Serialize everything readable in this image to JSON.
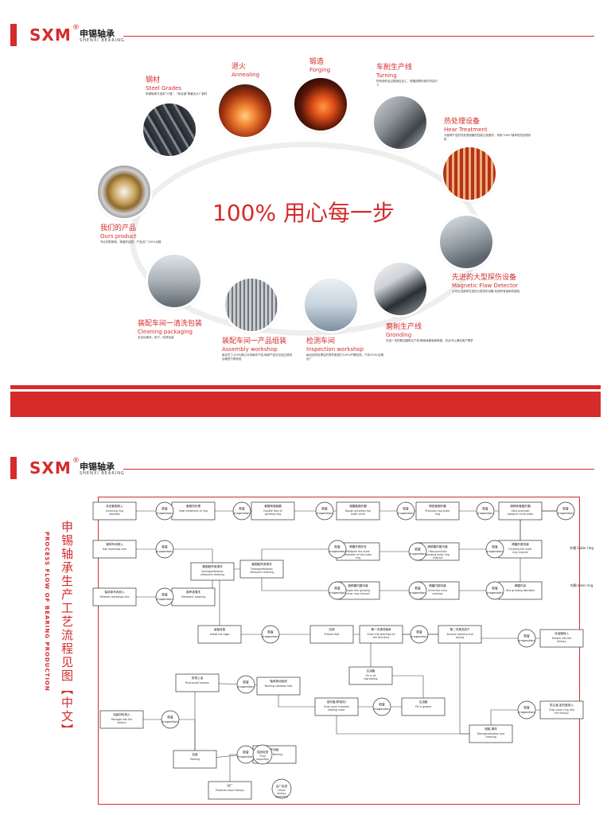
{
  "brand": {
    "logo": "SXM",
    "reg_mark": "®",
    "name_cn": "申锡轴承",
    "name_en": "SHENXI BEARING"
  },
  "top": {
    "slogan": "100% 用心每一步",
    "stages": [
      {
        "id": "steel",
        "cn": "钢材",
        "en": "Steel Grades",
        "desc": "申锡轴承只选用“兴澄”、“新冶钢”等著名大厂钢材"
      },
      {
        "id": "annealing",
        "cn": "退火",
        "en": "Annealing",
        "desc": ""
      },
      {
        "id": "forging",
        "cn": "锻造",
        "en": "Forging",
        "desc": ""
      },
      {
        "id": "turning",
        "cn": "车削生产线",
        "en": "Turning",
        "desc": "所有钢件经过锻造后加工，规格按照标准件完成尺寸"
      },
      {
        "id": "heat",
        "cn": "热处理设备",
        "en": "Hear Treatment",
        "desc": "为使得产品的热处理设备的性能达到更好，采用“SXM”轴承的热处理系统"
      },
      {
        "id": "magnetic",
        "cn": "先进的大型探伤设备",
        "en": "Magnetic Flaw Detector",
        "desc": "公司引进各种先进的大型探伤设备,检测所有轴承的缺陷"
      },
      {
        "id": "grinding",
        "cn": "磨削生产线",
        "en": "Gronding",
        "desc": "先进一流的数控磨削生产线,确保每套轴承精度，完全可以满足客户需求"
      },
      {
        "id": "inspection",
        "cn": "检测车间",
        "en": "Inspection workshop",
        "desc": "每台经热处理后的零件都进行100%严格检测，产品100%合格出厂"
      },
      {
        "id": "assembly",
        "cn": "装配车间一产品组装",
        "en": "Assembly workshop",
        "desc": "每台员工100%精心对待每件产品,轴承产品无论经过清洗后都进行再检验"
      },
      {
        "id": "cleaning",
        "cn": "装配车间一清洗包装",
        "en": "Cleaning packaging",
        "desc": "全自动清洗，烘干，防锈包装"
      },
      {
        "id": "product",
        "cn": "我们的产品",
        "en": "Ours product",
        "desc": "专业的制造商，精湛的品质，产品出厂100%合格"
      }
    ]
  },
  "flow": {
    "title_cn": "申锡轴承生产工艺流程见图【中文】",
    "title_en": "PROCESS FLOW OF BEARING PRODUCTION",
    "inspection_cn": "检查",
    "inspection_en": "Inspection",
    "side_labels": [
      "外圈 Outer ring",
      "内圈 Inner ring"
    ],
    "boxes": [
      {
        "id": "b1",
        "cn": "毛坯套圈到入",
        "en": "Incoming ring rejection"
      },
      {
        "id": "b2",
        "cn": "套圈热处理",
        "en": "Heat treatment of ring"
      },
      {
        "id": "b3",
        "cn": "套圈两端面磨",
        "en": "Double face of grinding ring"
      },
      {
        "id": "b4",
        "cn": "粗磨套圈外圆",
        "en": "Rough grinding ring outer circle"
      },
      {
        "id": "b5",
        "cn": "精密套圈外圆",
        "en": "Precision ring outer ring"
      },
      {
        "id": "b6",
        "cn": "超精研套圈外圆",
        "en": "Ultra precision research circle outer"
      },
      {
        "id": "b7",
        "cn": "钢球车间到入",
        "en": "Ball workshop into"
      },
      {
        "id": "b8",
        "cn": "套圈超声波清洗",
        "en": "Demagnetization ultrasonic cleaning"
      },
      {
        "id": "b9",
        "cn": "套圈超声波清洗",
        "en": "Demagnetization ultrasonic cleaning"
      },
      {
        "id": "b10",
        "cn": "精磨外圈外径",
        "en": "Pitidpem the outer diameter of the outer ring"
      },
      {
        "id": "b11",
        "cn": "超精磨外圈沟道",
        "en": "Ultra-precision grinding outer ring channel"
      },
      {
        "id": "b12",
        "cn": "精磨外圈沟道",
        "en": "Grinding the outer ring channel"
      },
      {
        "id": "b13",
        "cn": "保持架车间到入",
        "en": "Retainer workshop into"
      },
      {
        "id": "b14",
        "cn": "超声波清洗",
        "en": "Ultrasonic cleaning"
      },
      {
        "id": "b15",
        "cn": "超精磨内圈沟道",
        "en": "Super fine grinding inner ring channel"
      },
      {
        "id": "b16",
        "cn": "精磨内圈沟道",
        "en": "Grind the inner raceway"
      },
      {
        "id": "b17",
        "cn": "精磨内径",
        "en": "Fine grinding diameter"
      },
      {
        "id": "b18",
        "cn": "装保持架",
        "en": "Install the cage"
      },
      {
        "id": "b19",
        "cn": "压铆",
        "en": "Presser foot"
      },
      {
        "id": "b20",
        "cn": "第一次清洗轴承",
        "en": "Clean the bearings for the first time"
      },
      {
        "id": "b21",
        "cn": "第二次清洗烘干",
        "en": "Second cleaning and drying"
      },
      {
        "id": "b22",
        "cn": "涂油脂到入",
        "en": "Grease into the factory"
      },
      {
        "id": "b23",
        "cn": "注油脂",
        "en": "Fill in oil lubricating"
      },
      {
        "id": "b24",
        "cn": "防锈上油",
        "en": "Rust-proof process"
      },
      {
        "id": "b25",
        "cn": "轴承振动检测",
        "en": "Bearing vibration test"
      },
      {
        "id": "b26",
        "cn": "密封盖(带密封)",
        "en": "Dust cover installed Sealing cover"
      },
      {
        "id": "b27",
        "cn": "注油脂",
        "en": "Fill in grease"
      },
      {
        "id": "b28",
        "cn": "防尘盖,密封盖到入",
        "en": "Dust cover ring into the factory"
      },
      {
        "id": "b29",
        "cn": "包装材料到入",
        "en": "Package into the factory"
      },
      {
        "id": "b30",
        "cn": "退磁,清洗",
        "en": "Demagnetization and cleaning"
      },
      {
        "id": "b31",
        "cn": "包装",
        "en": "Packing"
      },
      {
        "id": "b32",
        "cn": "外包装",
        "en": "Out. Packing"
      },
      {
        "id": "b33",
        "cn": "出厂",
        "en": "Products leave factory"
      },
      {
        "id": "b34",
        "cn": "成品检查",
        "en": "Final inspection"
      },
      {
        "id": "b35",
        "cn": "出厂检查",
        "en": "Leave factory inspection"
      }
    ]
  },
  "colors": {
    "brand_red": "#d52b2b",
    "ring": "#eeeeee",
    "line": "#444444"
  }
}
